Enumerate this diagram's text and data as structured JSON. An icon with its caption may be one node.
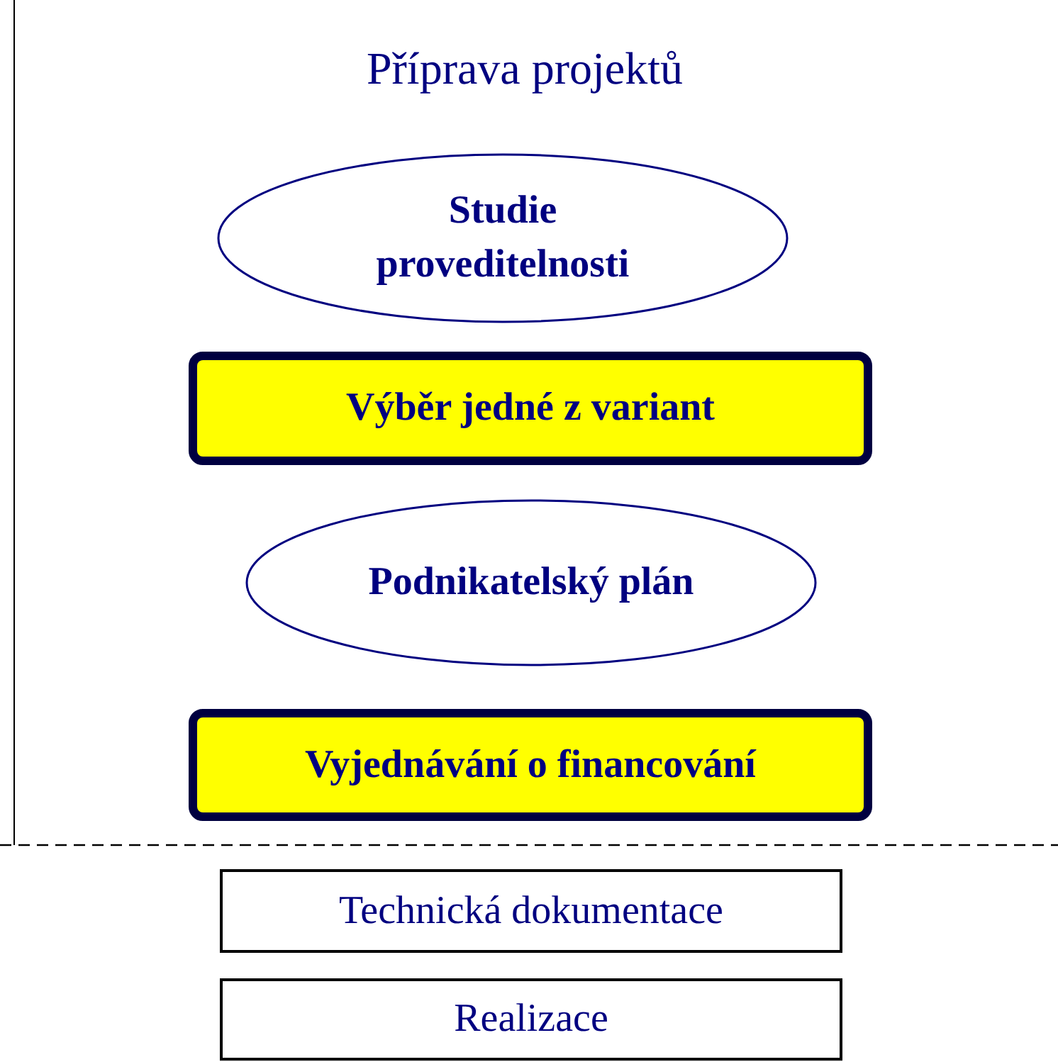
{
  "diagram": {
    "title": "Příprava projektů",
    "nodes": [
      {
        "text": [
          "Studie proveditelnosti"
        ]
      },
      {
        "text": [
          "Výběr jedné z variant"
        ]
      },
      {
        "text": [
          "Podnikatelský plán"
        ]
      },
      {
        "text": [
          "Vyjednávání o financování"
        ]
      },
      {
        "text": [
          "Technická dokumentace"
        ]
      },
      {
        "text": [
          "Realizace"
        ]
      }
    ]
  }
}
